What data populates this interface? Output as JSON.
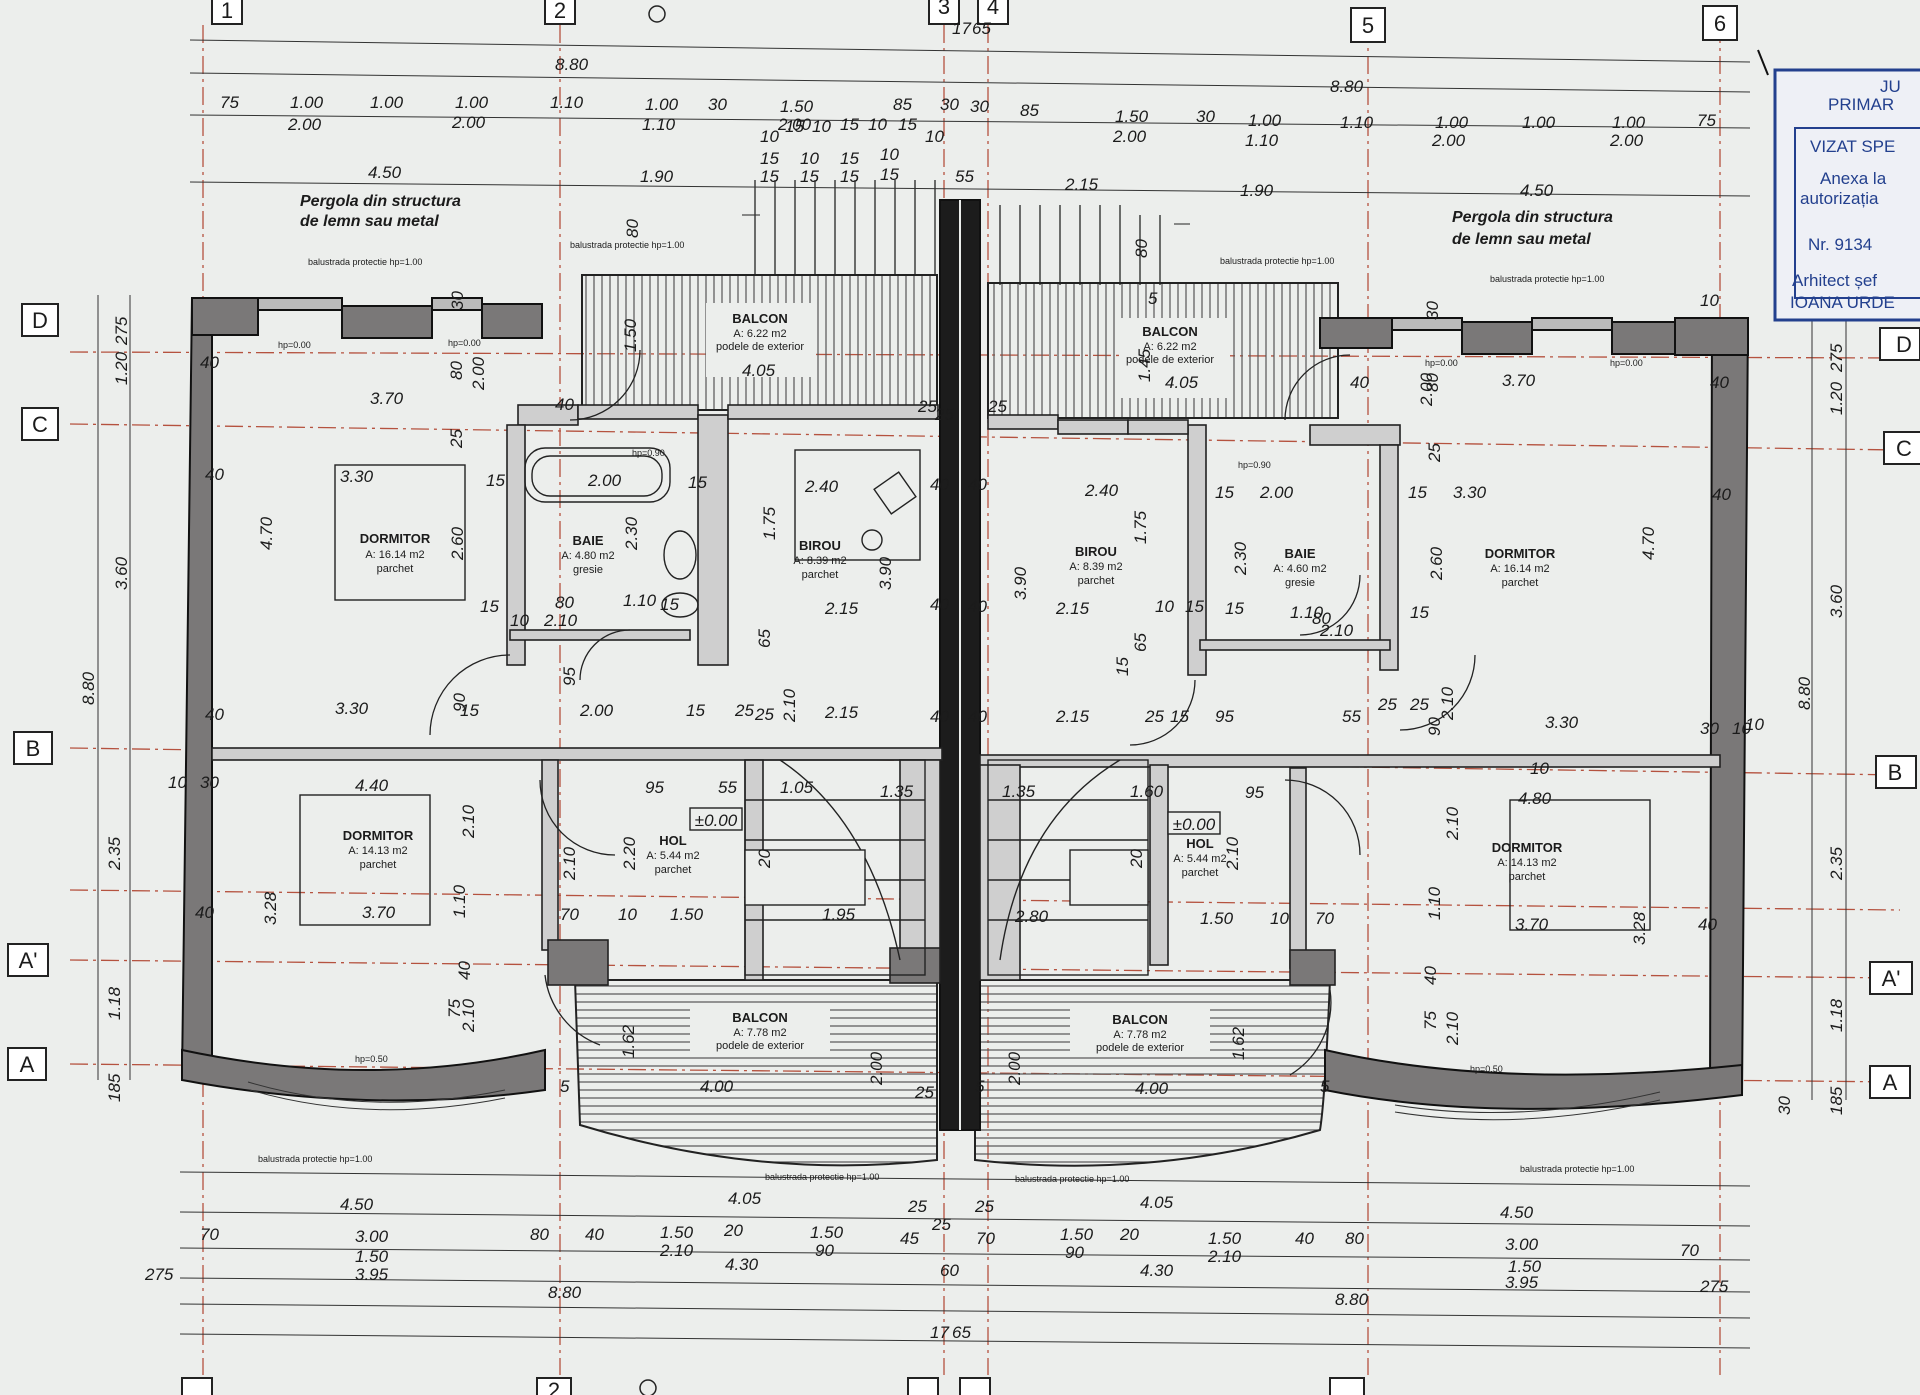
{
  "axes": {
    "columns": [
      "1",
      "2",
      "3",
      "4",
      "5",
      "6"
    ],
    "rows": [
      "D",
      "C",
      "B",
      "A'",
      "A"
    ]
  },
  "overall": {
    "width_left": "8.80",
    "width_right": "8.80",
    "mid_a": "17",
    "mid_b": "65"
  },
  "top_dims_left": [
    "75",
    "1.00",
    "1.00",
    "1.00",
    "1.10",
    "1.00",
    "30",
    "1.50",
    "85",
    "30"
  ],
  "top_dims_left_sub": [
    "2.00",
    "2.00",
    "1.10",
    "2.00"
  ],
  "top_dims_right": [
    "30",
    "85",
    "1.50",
    "30",
    "1.00",
    "1.10",
    "1.00",
    "1.00",
    "1.00",
    "75"
  ],
  "top_dims_right_sub": [
    "2.00",
    "1.10",
    "2.00",
    "2.00"
  ],
  "pergola_left": {
    "width": "4.50",
    "mid": "1.90",
    "label_1": "Pergola din structura",
    "label_2": "de lemn sau metal"
  },
  "pergola_right": {
    "width": "4.50",
    "mid": "1.90",
    "first": "2.15",
    "label_1": "Pergola din structura",
    "label_2": "de lemn sau metal"
  },
  "pergola_spacing": [
    "10",
    "15",
    "10",
    "15",
    "10",
    "15",
    "10"
  ],
  "balustrada": "balustrada protectie hp=1.00",
  "rooms": [
    {
      "key": "balcon_tl",
      "name": "BALCON",
      "area": "A: 6.22 m2",
      "finish": "podele de exterior"
    },
    {
      "key": "balcon_tr",
      "name": "BALCON",
      "area": "A: 6.22 m2",
      "finish": "podele de exterior"
    },
    {
      "key": "dormitor_l1",
      "name": "DORMITOR",
      "area": "A: 16.14 m2",
      "finish": "parchet"
    },
    {
      "key": "baie_l",
      "name": "BAIE",
      "area": "A: 4.80 m2",
      "finish": "gresie"
    },
    {
      "key": "birou_l",
      "name": "BIROU",
      "area": "A: 8.39 m2",
      "finish": "parchet"
    },
    {
      "key": "birou_r",
      "name": "BIROU",
      "area": "A: 8.39 m2",
      "finish": "parchet"
    },
    {
      "key": "baie_r",
      "name": "BAIE",
      "area": "A: 4.60 m2",
      "finish": "gresie"
    },
    {
      "key": "dormitor_r1",
      "name": "DORMITOR",
      "area": "A: 16.14 m2",
      "finish": "parchet"
    },
    {
      "key": "dormitor_l2",
      "name": "DORMITOR",
      "area": "A: 14.13 m2",
      "finish": "parchet"
    },
    {
      "key": "hol_l",
      "name": "HOL",
      "area": "A: 5.44 m2",
      "finish": "parchet"
    },
    {
      "key": "hol_r",
      "name": "HOL",
      "area": "A: 5.44 m2",
      "finish": "parchet"
    },
    {
      "key": "dormitor_r2",
      "name": "DORMITOR",
      "area": "A: 14.13 m2",
      "finish": "parchet"
    },
    {
      "key": "balcon_bl",
      "name": "BALCON",
      "area": "A: 7.78 m2",
      "finish": "podele de exterior"
    },
    {
      "key": "balcon_br",
      "name": "BALCON",
      "area": "A: 7.78 m2",
      "finish": "podele de exterior"
    }
  ],
  "level_mark": "±0.00",
  "hp_labels": {
    "zero": "hp=0.00",
    "window": "hp=0.90",
    "low": "hp=0.50"
  },
  "left_dims": [
    "1.20",
    "3.60",
    "2.35",
    "1.18",
    "8.80",
    "275",
    "185"
  ],
  "right_dims": [
    "1.20",
    "3.60",
    "2.35",
    "1.18",
    "8.80",
    "275",
    "185",
    "30"
  ],
  "interior_dims": {
    "d370": "3.70",
    "d330": "3.30",
    "d470": "4.70",
    "d260": "2.60",
    "d200": "2.00",
    "d230": "2.30",
    "d175": "1.75",
    "d240": "2.40",
    "d215": "2.15",
    "d390": "3.90",
    "d210": "2.10",
    "d440": "4.40",
    "d480": "4.80",
    "d110": "1.10",
    "d150": "1.50",
    "d195": "1.95",
    "d280": "2.80",
    "d105": "1.05",
    "d135": "1.35",
    "d160": "1.60",
    "d405": "4.05",
    "d400": "4.00",
    "d162": "1.62",
    "d145": "1.45",
    "d220": "2.20",
    "d328": "3.28",
    "d40": "40",
    "d15": "15",
    "d25": "25",
    "d80": "80",
    "d95": "95",
    "d55": "55",
    "d90": "90",
    "d75": "75",
    "d10": "10",
    "d65": "65",
    "d20": "20",
    "d5": "5",
    "d70": "70",
    "d30": "30",
    "d60": "60",
    "d45": "45"
  },
  "bottom_dims_left": [
    "4.50",
    "4.05",
    "70",
    "3.00",
    "80",
    "40",
    "1.50",
    "20",
    "1.50",
    "45",
    "1.50",
    "2.10",
    "90",
    "3.95",
    "4.30",
    "8.80",
    "275",
    "25"
  ],
  "bottom_dims_right": [
    "4.50",
    "4.05",
    "70",
    "3.00",
    "80",
    "40",
    "1.50",
    "20",
    "1.50",
    "1.50",
    "2.10",
    "90",
    "3.95",
    "4.30",
    "8.80",
    "275",
    "25"
  ],
  "stamp": {
    "lines": [
      "JU",
      "PRIMAR",
      "VIZAT SPE",
      "Anexa la",
      "autorizația",
      "Nr. 9134",
      "Arhitect șef",
      "IOANA URDE"
    ]
  }
}
